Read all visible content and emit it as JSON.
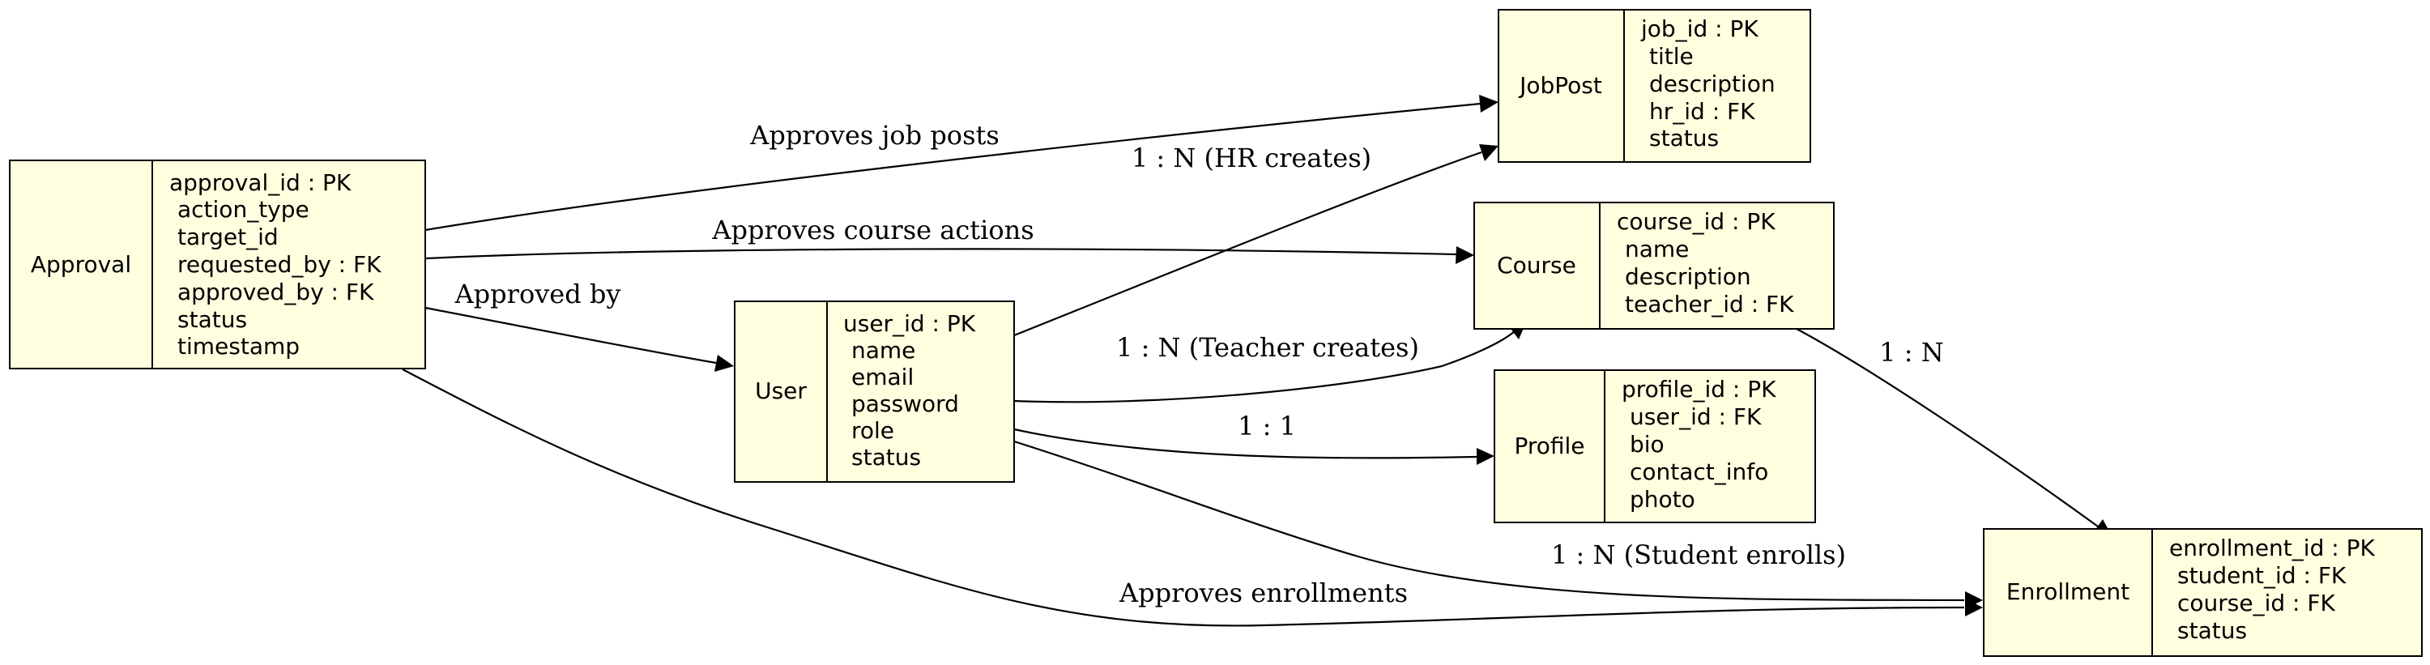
{
  "entities": {
    "approval": {
      "name": "Approval",
      "fields": [
        "approval_id : PK",
        "action_type",
        "target_id",
        "requested_by : FK",
        "approved_by : FK",
        "status",
        "timestamp"
      ]
    },
    "user": {
      "name": "User",
      "fields": [
        "user_id : PK",
        "name",
        "email",
        "password",
        "role",
        "status"
      ]
    },
    "jobpost": {
      "name": "JobPost",
      "fields": [
        "job_id : PK",
        "title",
        "description",
        "hr_id : FK",
        "status"
      ]
    },
    "course": {
      "name": "Course",
      "fields": [
        "course_id : PK",
        "name",
        "description",
        "teacher_id : FK"
      ]
    },
    "profile": {
      "name": "Profile",
      "fields": [
        "profile_id : PK",
        "user_id : FK",
        "bio",
        "contact_info",
        "photo"
      ]
    },
    "enrollment": {
      "name": "Enrollment",
      "fields": [
        "enrollment_id : PK",
        "student_id : FK",
        "course_id : FK",
        "status"
      ]
    }
  },
  "relations": {
    "approves_job_posts": "Approves job posts",
    "approves_course_actions": "Approves course actions",
    "approved_by": "Approved by",
    "approves_enrollments": "Approves enrollments",
    "hr_creates": "1 : N (HR creates)",
    "teacher_creates": "1 : N (Teacher creates)",
    "user_profile": "1 : 1",
    "student_enrolls": "1 : N (Student enrolls)",
    "course_enrollment": "1 : N"
  }
}
